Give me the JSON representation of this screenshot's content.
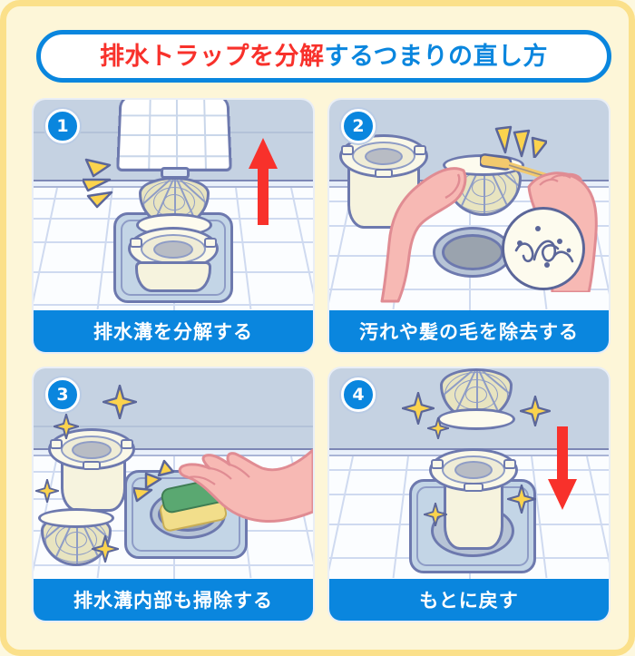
{
  "theme": {
    "frame_color": "#fbe08a",
    "background_color": "#fdf6d8",
    "accent_blue": "#0a86de",
    "accent_red": "#f8312b",
    "caption_text_color": "#ffffff",
    "sparkle_color": "#fbd34d"
  },
  "title": {
    "highlight_text": "排水トラップを分解",
    "rest_text": "するつまりの直し方",
    "full_text": "排水トラップを分解するつまりの直し方"
  },
  "steps": [
    {
      "number": "1",
      "caption": "排水溝を分解する",
      "illustration": "drain-cover-lifted-off-trap",
      "arrow": "up-arrow-red",
      "marks": "impact-triangles"
    },
    {
      "number": "2",
      "caption": "汚れや髪の毛を除去する",
      "illustration": "hands-holding-basket-with-brush",
      "arrow": "none",
      "marks": "impact-triangles, hair-zoom-bubble"
    },
    {
      "number": "3",
      "caption": "排水溝内部も掃除する",
      "illustration": "hand-scrubbing-drain-with-sponge",
      "arrow": "none",
      "marks": "sparkles, impact-triangles"
    },
    {
      "number": "4",
      "caption": "もとに戻す",
      "illustration": "basket-being-reinserted-into-trap",
      "arrow": "down-arrow-red",
      "marks": "sparkles"
    }
  ]
}
